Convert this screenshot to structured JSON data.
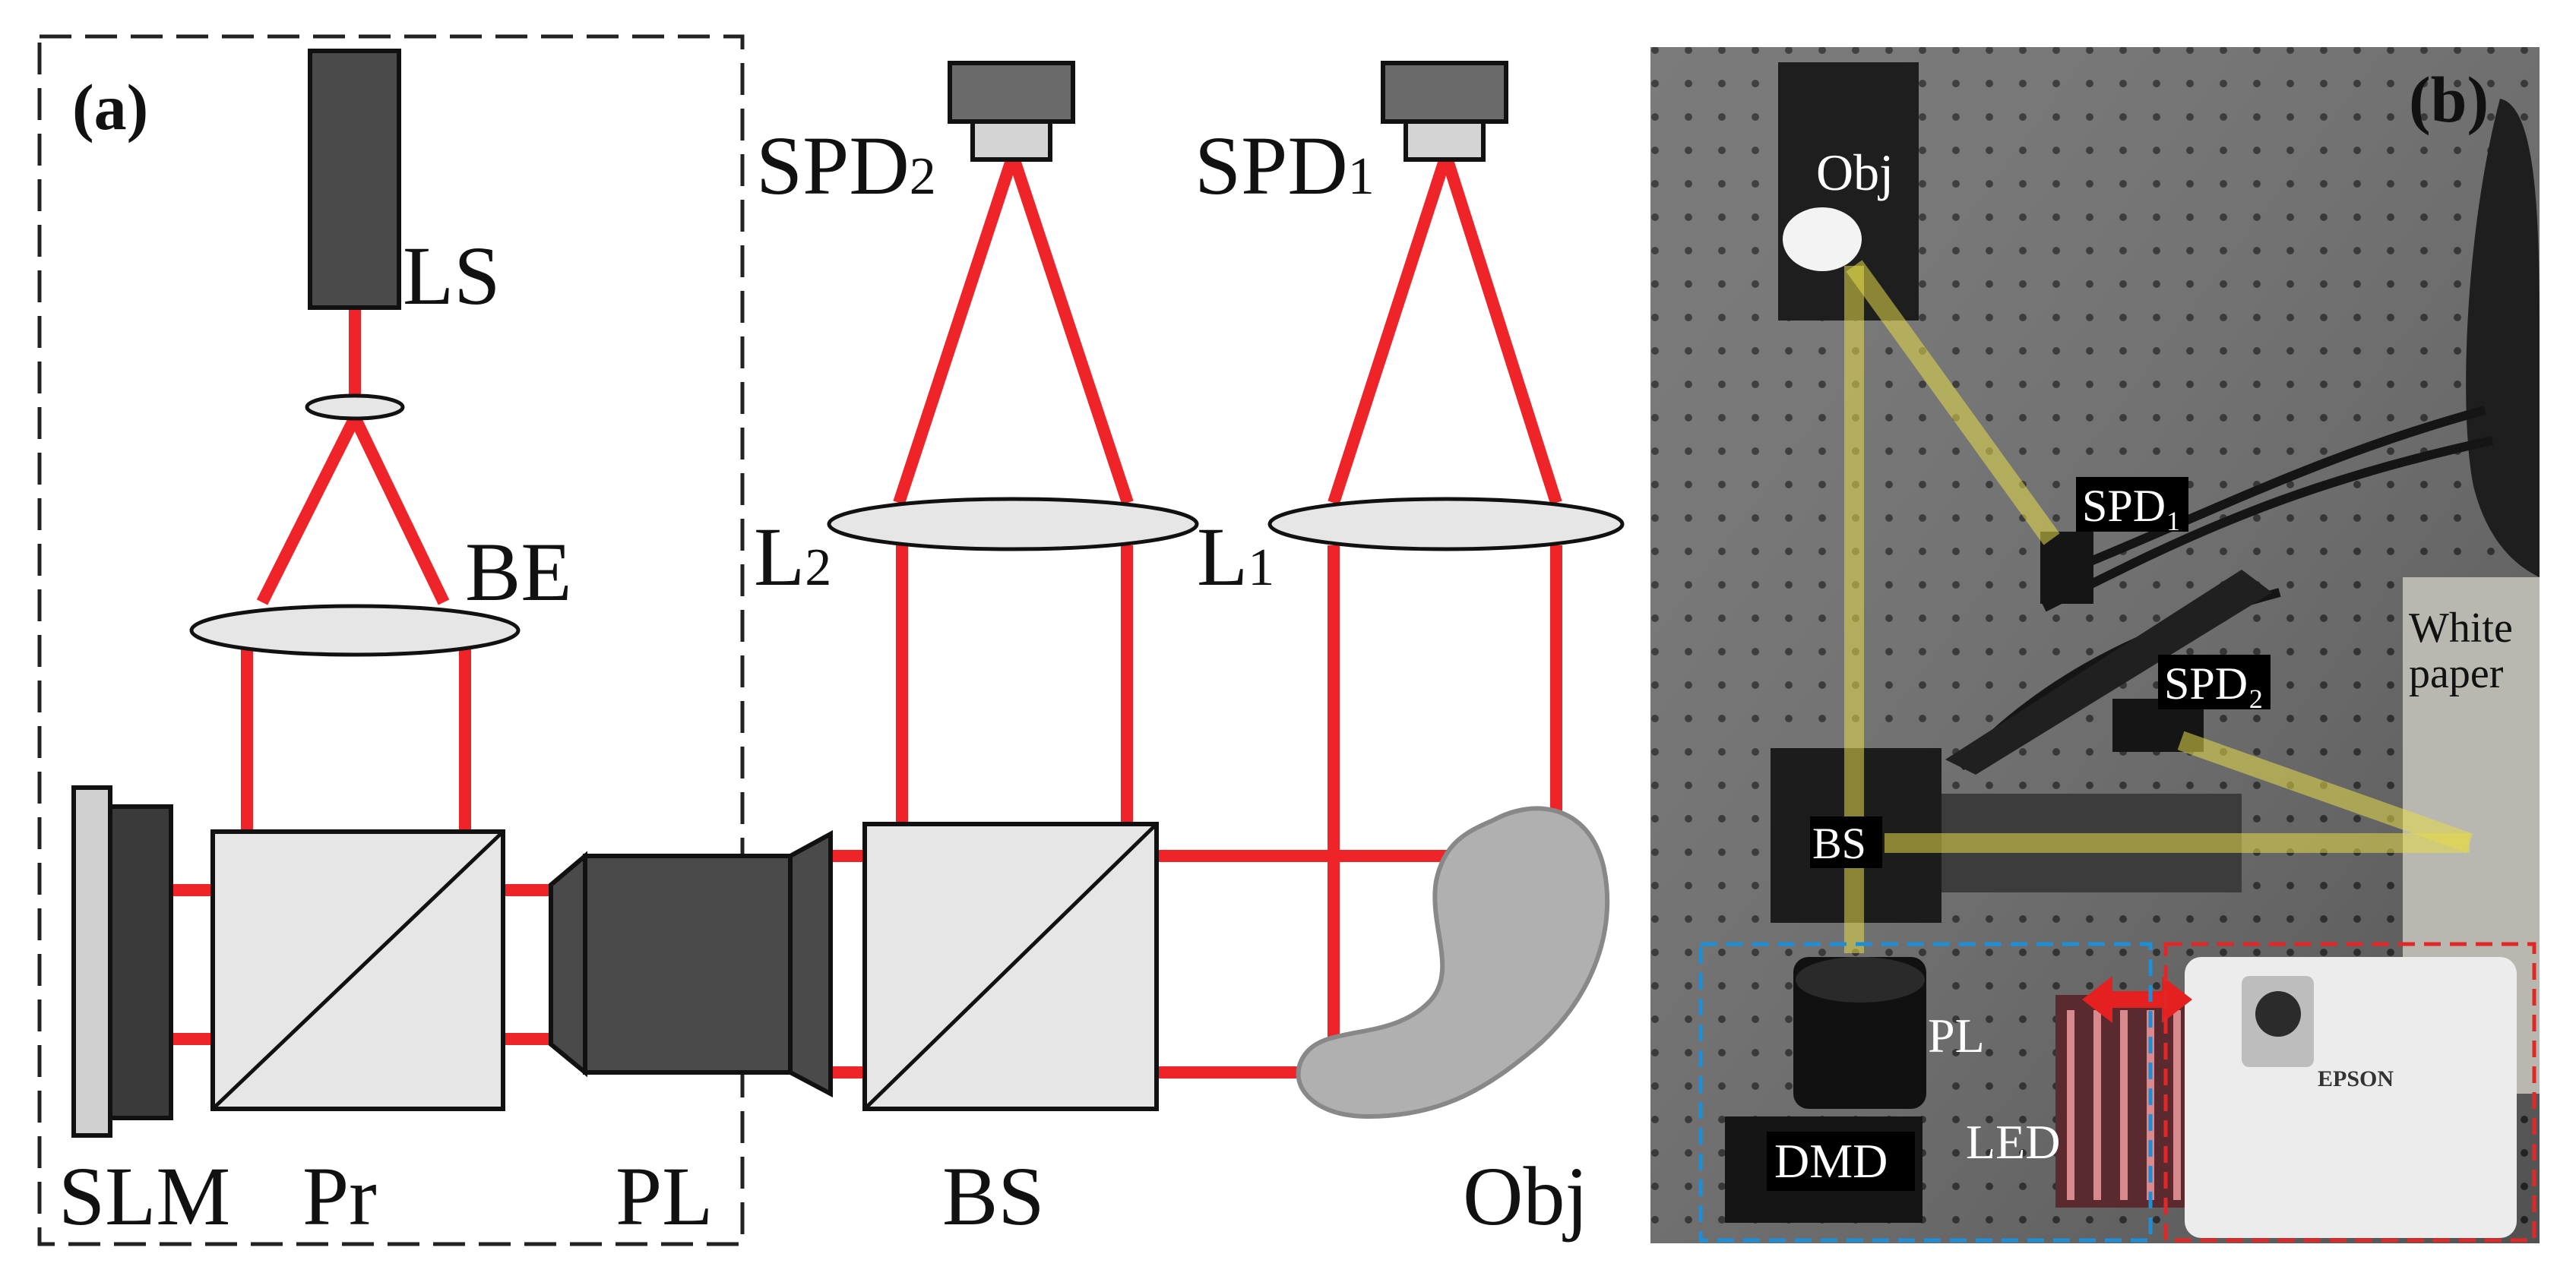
{
  "panel_a": {
    "panel_label": "(a)",
    "labels": {
      "ls": "LS",
      "be": "BE",
      "spd2": "SPD",
      "spd2_sub": "2",
      "spd1": "SPD",
      "spd1_sub": "1",
      "l2": "L",
      "l2_sub": "2",
      "l1": "L",
      "l1_sub": "1",
      "slm": "SLM",
      "pr": "Pr",
      "pl": "PL",
      "bs": "BS",
      "obj": "Obj"
    }
  },
  "panel_b": {
    "panel_label": "(b)",
    "labels": {
      "obj": "Obj",
      "spd1": "SPD₁",
      "spd2": "SPD₂",
      "white_paper_line1": "White",
      "white_paper_line2": "paper",
      "bs": "BS",
      "pl": "PL",
      "led": "LED",
      "dmd": "DMD",
      "projector_brand": "EPSON"
    }
  },
  "colors": {
    "beam": "#ee2428",
    "optic_fill": "#e6e6e6",
    "device_dark": "#3a3a3a",
    "photo_beam": "#e6da4a",
    "dmd_box": "#1e8fd6",
    "led_box": "#e02828"
  }
}
